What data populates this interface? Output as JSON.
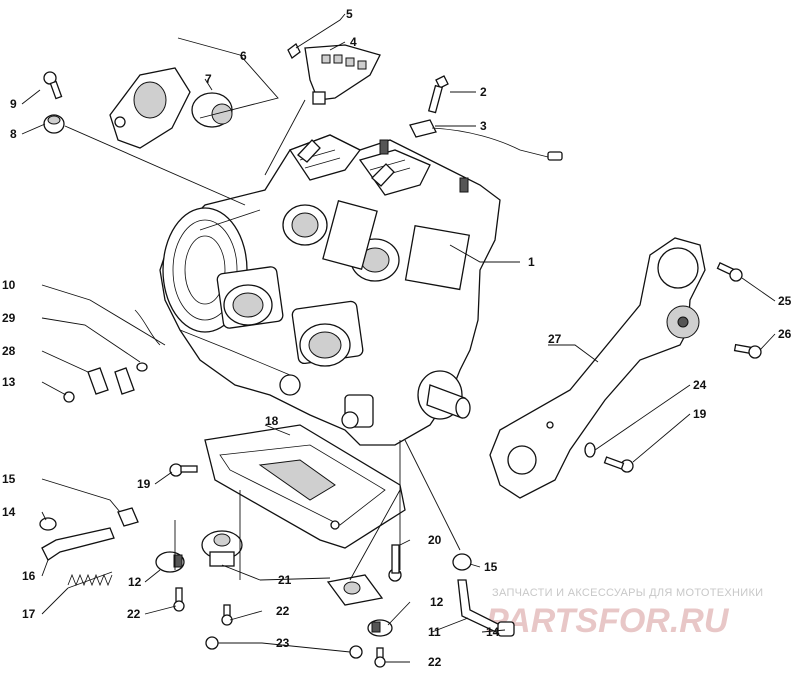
{
  "diagram": {
    "callouts": [
      "1",
      "2",
      "3",
      "4",
      "5",
      "6",
      "7",
      "8",
      "9",
      "10",
      "11",
      "12",
      "13",
      "14",
      "15",
      "16",
      "17",
      "18",
      "19",
      "20",
      "21",
      "22",
      "23",
      "24",
      "25",
      "26",
      "27",
      "28",
      "29"
    ]
  },
  "watermark": {
    "tagline": "ЗАПЧАСТИ И АКСЕССУАРЫ ДЛЯ МОТОТЕХНИКИ",
    "logo": "PARTSFOR.RU"
  }
}
